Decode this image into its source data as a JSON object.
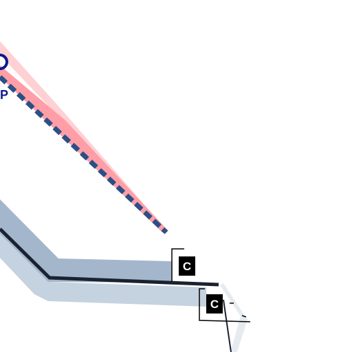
{
  "map": {
    "background": "#ffffff",
    "labels": {
      "partial_label": "P",
      "marker_upper": "C",
      "marker_lower": "C"
    },
    "colors": {
      "airspace_pink": "#ff9ea6",
      "airspace_pink_light": "#ffd0d4",
      "route_dashed": "#2b4f86",
      "road_band_dark": "#a4b6cc",
      "road_band_light": "#c5d2df",
      "road_line": "#1a2230",
      "marker_bg": "#000000",
      "marker_text": "#ffffff",
      "label_navy": "#0b1a8c"
    }
  }
}
